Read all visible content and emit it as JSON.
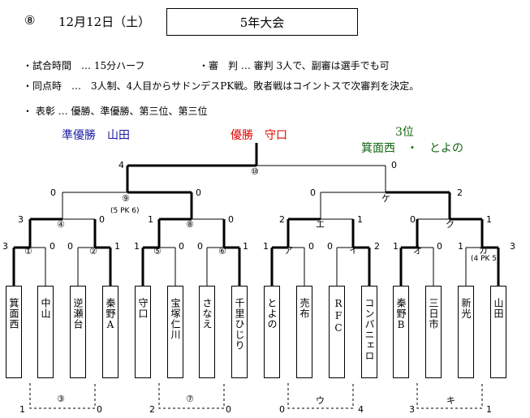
{
  "header": {
    "number": "⑧",
    "date": "12月12日（土）",
    "title": "5年大会"
  },
  "rules": {
    "line1a": "・試合時間　… 15分ハーフ",
    "line1b": "・審　判 … 審判 3人で、副審は選手でも可",
    "line2": "・同点時　…　3人制、4人目からサドンデスPK戦。敗者戦はコイントスで次審判を決定。",
    "line3": "・ 表彰 … 優勝、準優勝、第三位、第三位"
  },
  "results": {
    "runner_up": "準優勝　山田",
    "champion": "優勝　守口",
    "third_label": "3位",
    "third_teams": "箕面西　・　とよの"
  },
  "colors": {
    "blue": "#1a1aa0",
    "red": "#e00000",
    "green": "#116611"
  },
  "teams": [
    "箕面西",
    "中山",
    "逆瀬台",
    "秦野A",
    "守口",
    "宝塚仁川",
    "さなえ",
    "千里ひじり",
    "とよの",
    "売布",
    "RFC",
    "コンパニェロ",
    "秦野B",
    "三日市",
    "新光",
    "山田"
  ],
  "round1": [
    {
      "label": "①",
      "s1": "3",
      "s2": "0"
    },
    {
      "label": "②",
      "s1": "0",
      "s2": "1"
    },
    {
      "label": "⑤",
      "s1": "1",
      "s2": "0"
    },
    {
      "label": "⑥",
      "s1": "0",
      "s2": "1"
    },
    {
      "label": "ア",
      "s1": "1",
      "s2": "0"
    },
    {
      "label": "イ",
      "s1": "0",
      "s2": "2"
    },
    {
      "label": "オ",
      "s1": "1",
      "s2": "0"
    },
    {
      "label": "カ",
      "s1": "1",
      "s2": "3",
      "note": "(4 PK 5)"
    }
  ],
  "round2": [
    {
      "label": "④",
      "s1": "3",
      "s2": "0"
    },
    {
      "label": "⑧",
      "s1": "1",
      "s2": "0"
    },
    {
      "label": "エ",
      "s1": "2",
      "s2": "1"
    },
    {
      "label": "ク",
      "s1": "0",
      "s2": "1"
    }
  ],
  "semis": [
    {
      "label": "⑨",
      "s1": "0",
      "s2": "0",
      "note": "(5 PK 6)"
    },
    {
      "label": "ケ",
      "s1": "0",
      "s2": "2"
    }
  ],
  "final": {
    "label": "⑩",
    "s1": "4",
    "s2": "0"
  },
  "consolation": [
    {
      "label": "③",
      "s1": "1",
      "s2": "0"
    },
    {
      "label": "⑦",
      "s1": "2",
      "s2": "0"
    },
    {
      "label": "ウ",
      "s1": "0",
      "s2": "4"
    },
    {
      "label": "キ",
      "s1": "3",
      "s2": "1"
    }
  ]
}
